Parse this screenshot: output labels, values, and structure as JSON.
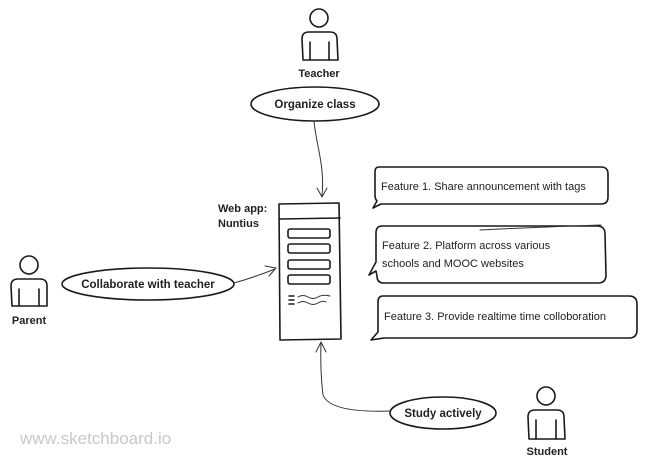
{
  "actors": {
    "teacher": "Teacher",
    "parent": "Parent",
    "student": "Student"
  },
  "use_cases": {
    "organize_class": "Organize class",
    "collaborate": "Collaborate with teacher",
    "study": "Study actively"
  },
  "app": {
    "line1": "Web app:",
    "line2": "Nuntius"
  },
  "features": {
    "f1": "Feature 1. Share announcement with tags",
    "f2_line1": "Feature 2. Platform across various",
    "f2_line2": "schools and MOOC websites",
    "f3": "Feature 3. Provide realtime time colloboration"
  },
  "watermark": "www.sketchboard.io"
}
